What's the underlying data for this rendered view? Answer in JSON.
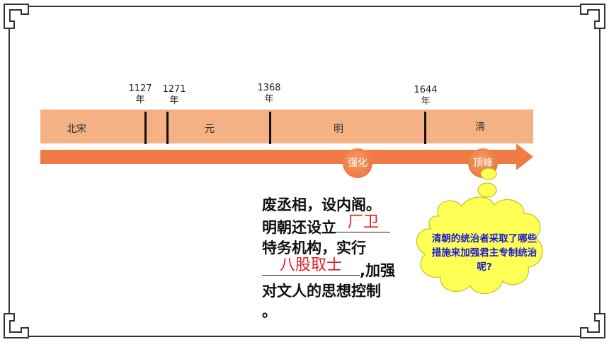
{
  "timeline": {
    "years": [
      {
        "line1": "1127",
        "line2": "年"
      },
      {
        "line1": "1271",
        "line2": "年"
      },
      {
        "line1": "1368",
        "line2": "年"
      },
      {
        "line1": "1644",
        "line2": "年"
      }
    ],
    "dynasties": [
      "北宋",
      "元",
      "明",
      "清"
    ],
    "markers": [
      "强化",
      "顶峰"
    ]
  },
  "main_text": {
    "line1": "废丞相，设内阁。",
    "line2_prefix": "明朝还设立",
    "answer1": "厂卫",
    "line3": "特务机构，实行",
    "answer2": "八股取士",
    "line4_suffix": ",加强",
    "line5": "对文人的思想控制",
    "line6": "。"
  },
  "question": {
    "text": "清朝的统治者采取了哪些措施来加强君主专制统治呢?"
  },
  "colors": {
    "band": "#f4b183",
    "arrow": "#ed7b43",
    "cloud": "#ffff55",
    "question_text": "#1b1bd0",
    "answer": "#e0201f"
  }
}
